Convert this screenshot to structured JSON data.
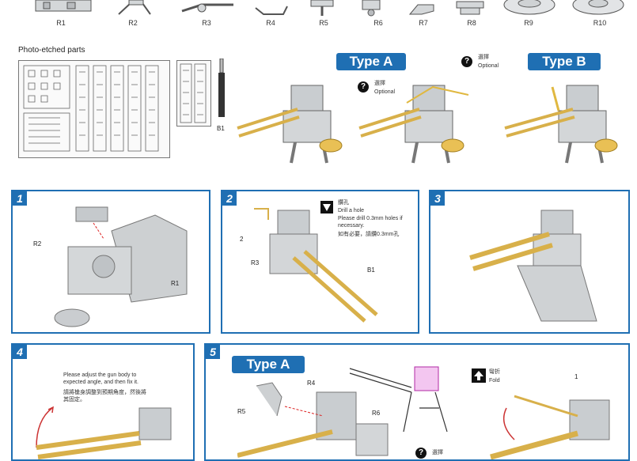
{
  "parts_row": {
    "labels": [
      "R1",
      "R2",
      "R3",
      "R4",
      "R5",
      "R6",
      "R7",
      "R8",
      "R9",
      "R10"
    ]
  },
  "photo_etched": {
    "title": "Photo-etched parts",
    "part_label": "B1"
  },
  "types": {
    "a_label": "Type A",
    "b_label": "Type B",
    "optional_icon": "?",
    "optional_cn": "選擇",
    "optional_en": "Optional",
    "small_optional_cn": "選擇",
    "small_optional_en": "Optional"
  },
  "steps": [
    {
      "number": "1",
      "callouts": [
        "R2",
        "R1"
      ]
    },
    {
      "number": "2",
      "callouts": [
        "2",
        "R3",
        "B1"
      ],
      "note_cn": "鑽孔",
      "note_en": "Drill a hole",
      "note_body": "Please drill 0.3mm holes if necessary.",
      "note_cn_body": "如有必要，請鑽0.3mm孔"
    },
    {
      "number": "3",
      "callouts": []
    },
    {
      "number": "4",
      "note_en": "Please adjust the gun body to expected angle, and then fix it.",
      "note_cn": "請將槍身調整到預期角度，然後將其固定。"
    },
    {
      "number": "5",
      "type_label": "Type A",
      "callouts": [
        "R4",
        "R5",
        "R6",
        "1"
      ],
      "fold_cn": "彎折",
      "fold_en": "Fold",
      "optional_cn": "選擇"
    }
  ],
  "colors": {
    "accent": "#1f6fb3",
    "brass": "#d8b04a",
    "grey_part": "#c9cdd0"
  },
  "icons": {
    "optional": "question-circle-icon",
    "drill": "drill-icon",
    "fold": "fold-up-arrow-icon"
  }
}
